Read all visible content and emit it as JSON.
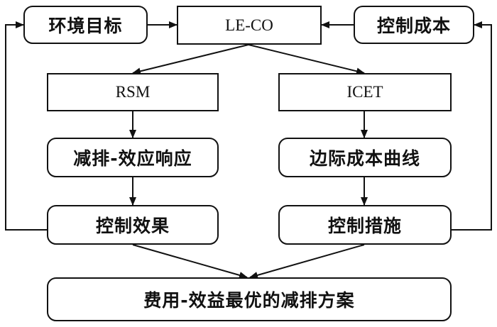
{
  "diagram": {
    "nodes": {
      "env_target": "环境目标",
      "le_co": "LE-CO",
      "control_cost": "控制成本",
      "rsm": "RSM",
      "icet": "ICET",
      "emission_response": "减排-效应响应",
      "marginal_cost_curve": "边际成本曲线",
      "control_effect": "控制效果",
      "control_measures": "控制措施",
      "optimal_plan": "费用-效益最优的减排方案"
    },
    "edges": [
      [
        "env_target",
        "le_co"
      ],
      [
        "control_cost",
        "le_co"
      ],
      [
        "le_co",
        "rsm"
      ],
      [
        "le_co",
        "icet"
      ],
      [
        "rsm",
        "emission_response"
      ],
      [
        "icet",
        "marginal_cost_curve"
      ],
      [
        "emission_response",
        "control_effect"
      ],
      [
        "marginal_cost_curve",
        "control_measures"
      ],
      [
        "control_effect",
        "env_target"
      ],
      [
        "control_measures",
        "control_cost"
      ],
      [
        "control_effect",
        "optimal_plan"
      ],
      [
        "control_measures",
        "optimal_plan"
      ]
    ]
  }
}
